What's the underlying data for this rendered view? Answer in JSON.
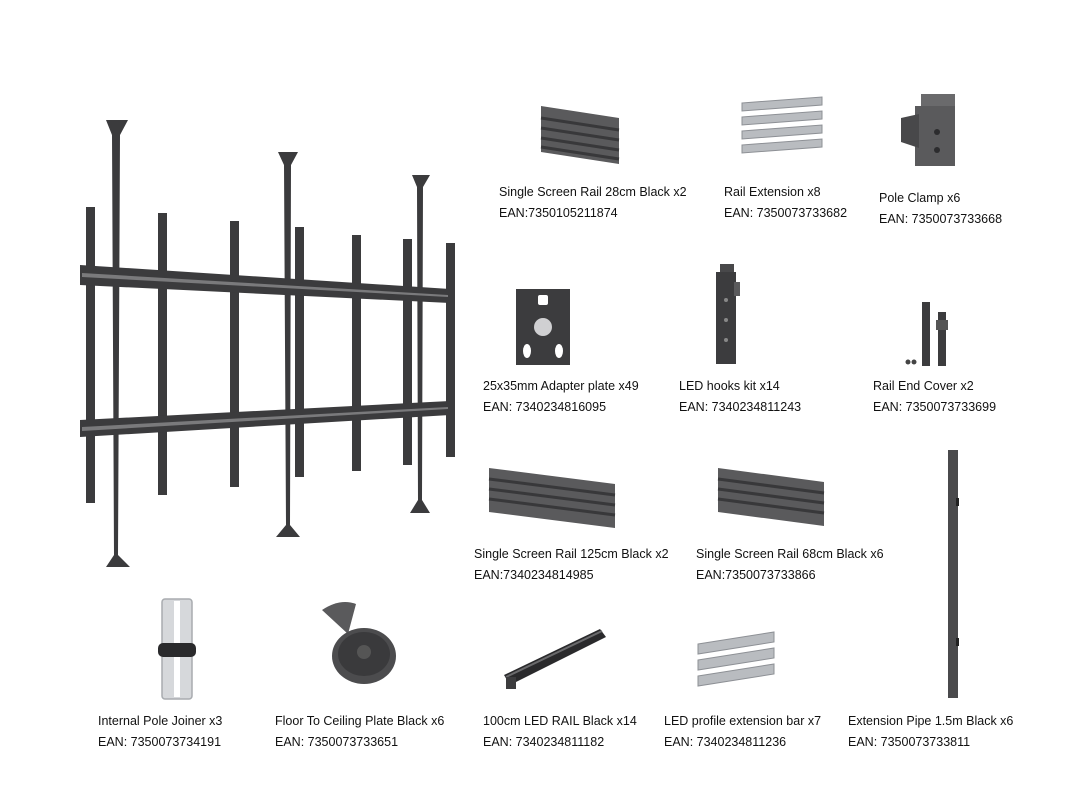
{
  "items": [
    {
      "name": "Single Screen Rail 28cm Black x2",
      "ean": "EAN:7350105211874",
      "icon": "short-rail-icon"
    },
    {
      "name": "Rail Extension x8",
      "ean": "EAN: 7350073733682",
      "icon": "rail-extension-icon"
    },
    {
      "name": "Pole Clamp x6",
      "ean": "EAN: 7350073733668",
      "icon": "pole-clamp-icon"
    },
    {
      "name": "25x35mm Adapter plate x49",
      "ean": "EAN: 7340234816095",
      "icon": "adapter-plate-icon"
    },
    {
      "name": "LED hooks kit x14",
      "ean": "EAN: 7340234811243",
      "icon": "led-hook-icon"
    },
    {
      "name": "Rail End Cover x2",
      "ean": "EAN: 7350073733699",
      "icon": "rail-end-cover-icon"
    },
    {
      "name": "Single Screen Rail 125cm Black x2",
      "ean": "EAN:7340234814985",
      "icon": "long-rail-icon"
    },
    {
      "name": "Single Screen Rail 68cm Black x6",
      "ean": "EAN:7350073733866",
      "icon": "medium-rail-icon"
    },
    {
      "name": "Internal Pole Joiner x3",
      "ean": "EAN: 7350073734191",
      "icon": "pole-joiner-icon"
    },
    {
      "name": "Floor To Ceiling Plate Black x6",
      "ean": "EAN: 7350073733651",
      "icon": "floor-ceiling-plate-icon"
    },
    {
      "name": "100cm LED RAIL  Black x14",
      "ean": "EAN: 7340234811182",
      "icon": "led-rail-icon"
    },
    {
      "name": "LED profile extension bar x7",
      "ean": "EAN: 7340234811236",
      "icon": "profile-extension-bar-icon"
    },
    {
      "name": "Extension Pipe 1.5m Black x6",
      "ean": "EAN: 7350073733811",
      "icon": "extension-pipe-icon"
    }
  ],
  "colors": {
    "metal_dark": "#3a3a3c",
    "metal_mid": "#555557",
    "metal_light": "#b9bcc0",
    "background": "#ffffff"
  }
}
